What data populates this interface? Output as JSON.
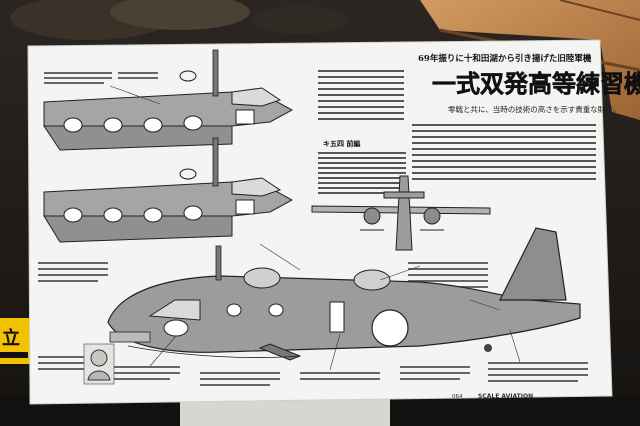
{
  "board": {
    "header_top": "69年振りに十和田湖から引き揚げた旧陸軍機",
    "title": "一式双発高等練習機",
    "subtitle": "零戦と共に、当時の技術の高さを示す貴重な財産。",
    "section_label": "キ五四 前編",
    "footer_page": "064",
    "footer_brand": "SCALE AVIATION"
  },
  "sign": {
    "left_text": "立"
  },
  "colors": {
    "background_dark": "#1d1a17",
    "board_white": "#f4f4f2",
    "aircraft_grey": "#9a9c9e",
    "wood": "#c08a55"
  }
}
